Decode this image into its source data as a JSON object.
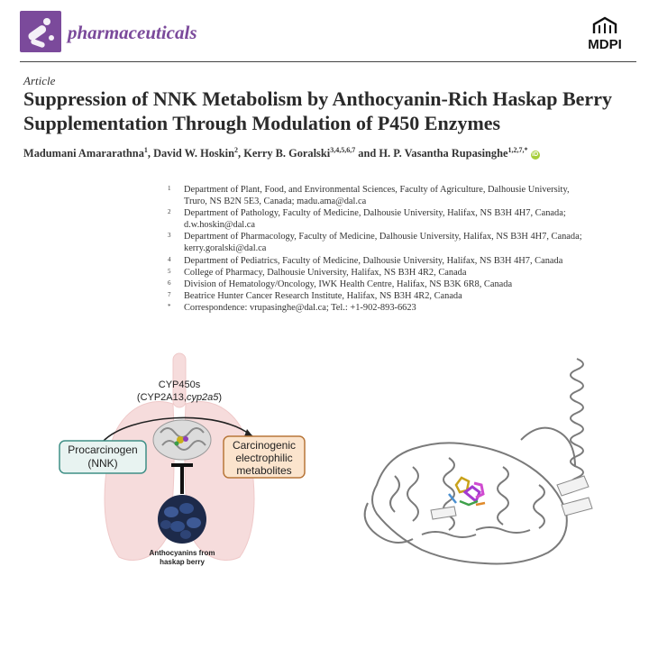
{
  "header": {
    "journal": "pharmaceuticals",
    "publisher": "MDPI"
  },
  "article": {
    "type": "Article",
    "title": "Suppression of NNK Metabolism by Anthocyanin-Rich Haskap Berry Supplementation Through Modulation of P450 Enzymes"
  },
  "authors": [
    {
      "name": "Madumani Amararathna",
      "sup": "1"
    },
    {
      "name": "David W. Hoskin",
      "sup": "2"
    },
    {
      "name": "Kerry B. Goralski",
      "sup": "3,4,5,6,7"
    },
    {
      "name": "H. P. Vasantha Rupasinghe",
      "sup": "1,2,7,"
    }
  ],
  "author_separators": [
    ", ",
    ", ",
    " and "
  ],
  "corresponding_mark": "*",
  "orcid_label": "iD",
  "affiliations": [
    {
      "mark": "1",
      "lines": [
        "Department of Plant, Food, and Environmental Sciences, Faculty of Agriculture, Dalhousie University,",
        "Truro, NS B2N 5E3, Canada; madu.ama@dal.ca"
      ]
    },
    {
      "mark": "2",
      "lines": [
        "Department of Pathology, Faculty of Medicine, Dalhousie University, Halifax, NS B3H 4H7, Canada;",
        "d.w.hoskin@dal.ca"
      ]
    },
    {
      "mark": "3",
      "lines": [
        "Department of Pharmacology, Faculty of Medicine, Dalhousie University, Halifax, NS B3H 4H7, Canada;",
        "kerry.goralski@dal.ca"
      ]
    },
    {
      "mark": "4",
      "lines": [
        "Department of Pediatrics, Faculty of Medicine, Dalhousie University, Halifax, NS B3H 4H7, Canada"
      ]
    },
    {
      "mark": "5",
      "lines": [
        "College of Pharmacy, Dalhousie University, Halifax, NS B3H 4R2, Canada"
      ]
    },
    {
      "mark": "6",
      "lines": [
        "Division of Hematology/Oncology, IWK Health Centre, Halifax, NS B3K 6R8, Canada"
      ]
    },
    {
      "mark": "7",
      "lines": [
        "Beatrice Hunter Cancer Research Institute, Halifax, NS B3H 4R2, Canada"
      ]
    },
    {
      "mark": "*",
      "lines": [
        "Correspondence: vrupasinghe@dal.ca; Tel.: +1-902-893-6623"
      ]
    }
  ],
  "graphical_abstract": {
    "enzyme_label": "CYP450s",
    "enzyme_sub_prefix": "(CYP2A13,",
    "enzyme_sub_italic": "cyp2a5",
    "enzyme_sub_suffix": ")",
    "substrate_lines": [
      "Procarcinogen",
      "(NNK)"
    ],
    "product_lines": [
      "Carcinogenic",
      "electrophilic",
      "metabolites"
    ],
    "inhibitor_lines": [
      "Anthocyanins from",
      "haskap berry"
    ],
    "colors": {
      "substrate_fill": "#e8f3f1",
      "substrate_stroke": "#3f8f86",
      "product_fill": "#fbe4cd",
      "product_stroke": "#b8763a",
      "lungs": "#f6dcdc",
      "berry": "#2e4476"
    }
  },
  "colors": {
    "journal_purple": "#7b4a9b",
    "orcid_green": "#a6ce39"
  }
}
